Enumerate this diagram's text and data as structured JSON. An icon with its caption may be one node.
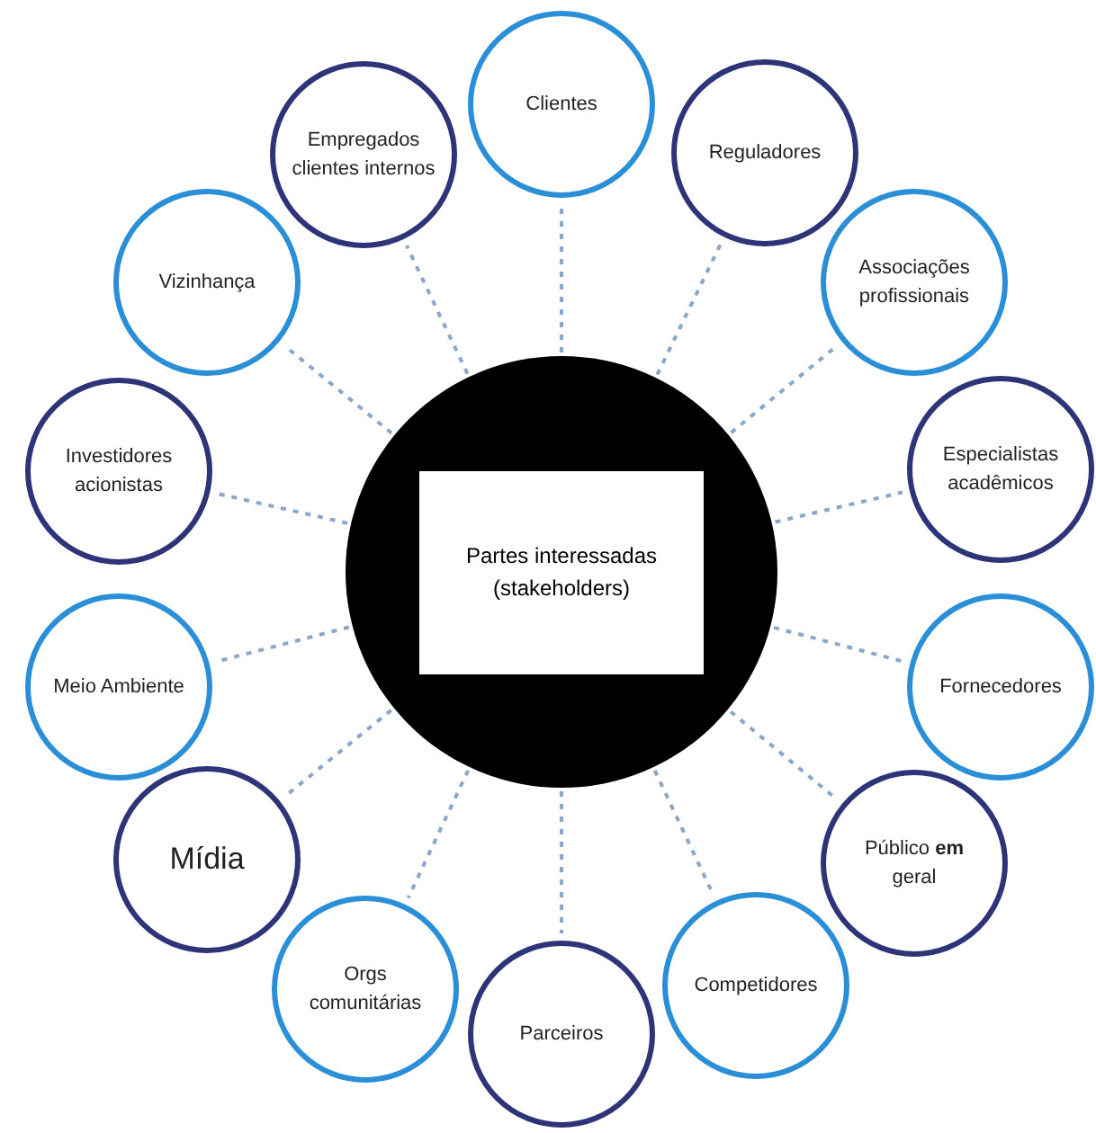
{
  "diagram": {
    "nodes": [
      {
        "text": [
          "Partes interessadas (stakeholders)"
        ]
      },
      {
        "text": [
          "Clientes"
        ]
      },
      {
        "text": [
          "Reguladores"
        ]
      },
      {
        "text": [
          "Associações profissionais"
        ]
      },
      {
        "text": [
          "Especialistas acadêmicos"
        ]
      },
      {
        "text": [
          "Fornecedores"
        ]
      },
      {
        "text": [
          "Público **em** geral"
        ]
      },
      {
        "text": [
          "Competidores"
        ]
      },
      {
        "text": [
          "Parceiros"
        ]
      },
      {
        "text": [
          "Orgs comunitárias"
        ]
      },
      {
        "text": [
          "Mídia"
        ]
      },
      {
        "text": [
          "Meio Ambiente"
        ]
      },
      {
        "text": [
          "Investidores acionistas"
        ]
      },
      {
        "text": [
          "Vizinhança"
        ]
      },
      {
        "text": [
          "Empregados clientes internos"
        ]
      }
    ],
    "edges": [
      {
        "from": 0,
        "to": 1,
        "arrow": "none",
        "style": "dashed"
      },
      {
        "from": 0,
        "to": 2,
        "arrow": "none",
        "style": "dashed"
      },
      {
        "from": 0,
        "to": 3,
        "arrow": "none",
        "style": "dashed"
      },
      {
        "from": 0,
        "to": 4,
        "arrow": "none",
        "style": "dashed"
      },
      {
        "from": 0,
        "to": 5,
        "arrow": "none",
        "style": "dashed"
      },
      {
        "from": 0,
        "to": 6,
        "arrow": "none",
        "style": "dashed"
      },
      {
        "from": 0,
        "to": 7,
        "arrow": "none",
        "style": "dashed"
      },
      {
        "from": 0,
        "to": 8,
        "arrow": "none",
        "style": "dashed"
      },
      {
        "from": 0,
        "to": 9,
        "arrow": "none",
        "style": "dashed"
      },
      {
        "from": 0,
        "to": 10,
        "arrow": "none",
        "style": "dashed"
      },
      {
        "from": 0,
        "to": 11,
        "arrow": "none",
        "style": "dashed"
      },
      {
        "from": 0,
        "to": 12,
        "arrow": "none",
        "style": "dashed"
      },
      {
        "from": 0,
        "to": 13,
        "arrow": "none",
        "style": "dashed"
      },
      {
        "from": 0,
        "to": 14,
        "arrow": "none",
        "style": "dashed"
      }
    ]
  }
}
